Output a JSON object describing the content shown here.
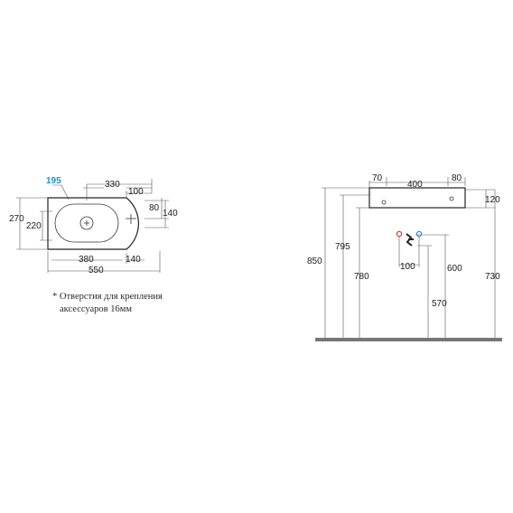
{
  "top_view": {
    "marker": "195",
    "marker_color": "#1e8fd6",
    "d330": "330",
    "d100": "100",
    "d270": "270",
    "d220": "220",
    "d80": "80",
    "d140r": "140",
    "d380": "380",
    "d140b": "140",
    "d550": "550"
  },
  "note": {
    "line1": "* Отверстия для крепления",
    "line2": "аксессуаров 16мм"
  },
  "side_view": {
    "d70": "70",
    "d400": "400",
    "d80": "80",
    "d120": "120",
    "d100": "100",
    "d850": "850",
    "d795": "795",
    "d780": "780",
    "d600": "600",
    "d730": "730",
    "d570": "570",
    "hot_color": "#d9342b",
    "cold_color": "#1e8fd6"
  }
}
